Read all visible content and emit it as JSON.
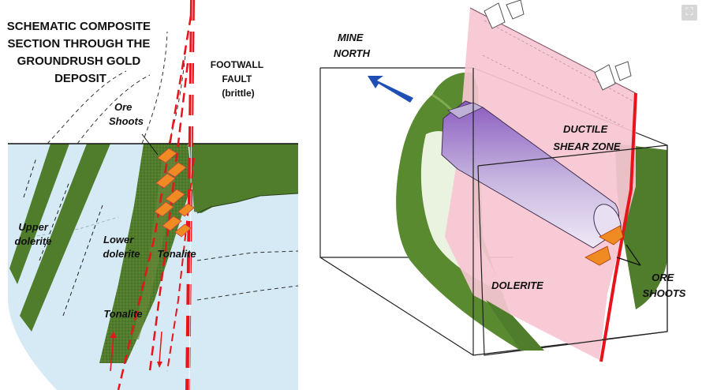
{
  "left_panel": {
    "title_lines": [
      "SCHEMATIC COMPOSITE",
      "SECTION THROUGH THE",
      "GROUNDRUSH  GOLD",
      "DEPOSIT"
    ],
    "footwall_lines": [
      "FOOTWALL",
      "FAULT",
      "(brittle)"
    ],
    "ore_shoots_lines": [
      "Ore",
      "Shoots"
    ],
    "upper_dolerite_lines": [
      "Upper",
      "dolerite"
    ],
    "lower_dolerite_lines": [
      "Lower",
      "dolerite"
    ],
    "tonalite_1": "Tonalite",
    "tonalite_2": "Tonalite"
  },
  "right_panel": {
    "mine_north_lines": [
      "MINE",
      "NORTH"
    ],
    "shear_zone_lines": [
      "DUCTILE",
      "SHEAR ZONE"
    ],
    "dolerite": "DOLERITE",
    "ore_shoots_lines": [
      "ORE",
      "SHOOTS"
    ]
  },
  "controls": {
    "expand_icon": "⛶"
  },
  "colors": {
    "sky_blue": "#d5eaf4",
    "dolerite_green": "#4f7d2c",
    "fault_red": "#e8141c",
    "shear_pink": "#f6c6d2",
    "ore_orange": "#f08a22",
    "arrow_blue": "#1f4fb4"
  }
}
